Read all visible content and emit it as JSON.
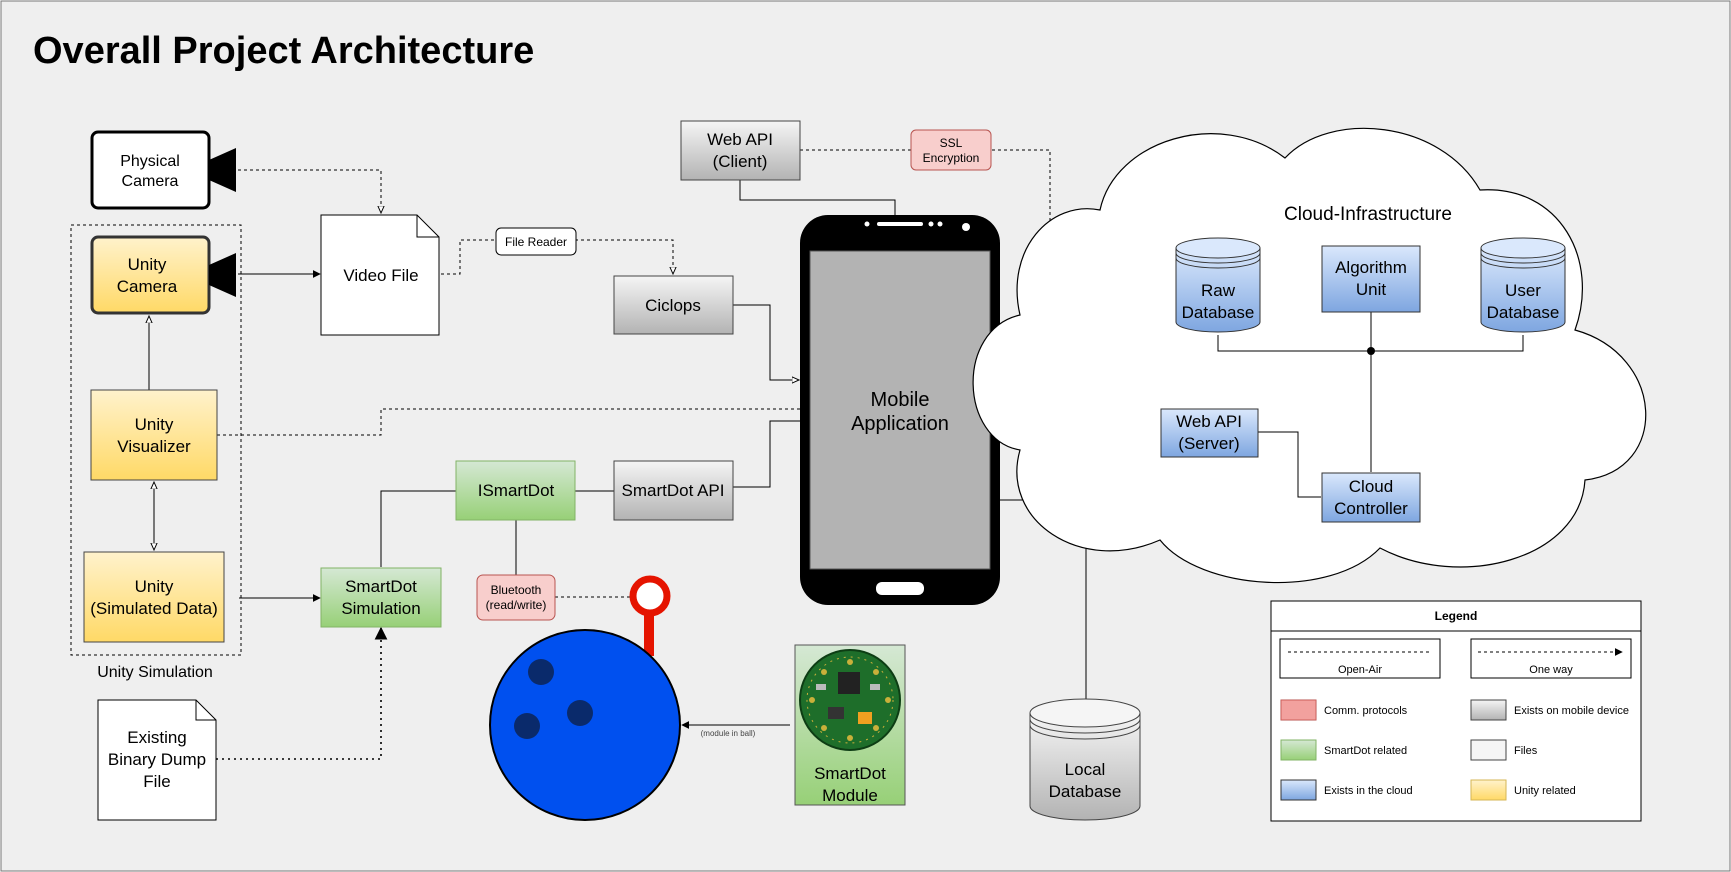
{
  "title": "Overall Project Architecture",
  "nodes": {
    "physical_camera": [
      "Physical",
      "Camera"
    ],
    "unity_camera": [
      "Unity",
      "Camera"
    ],
    "video_file": [
      "Video File"
    ],
    "file_reader": [
      "File Reader"
    ],
    "ciclops": [
      "Ciclops"
    ],
    "web_api_client": [
      "Web API",
      "(Client)"
    ],
    "ssl_encryption": [
      "SSL",
      "Encryption"
    ],
    "unity_visualizer": [
      "Unity",
      "Visualizer"
    ],
    "unity_simulated_data": [
      "Unity",
      "(Simulated Data)"
    ],
    "unity_simulation_label": [
      "Unity Simulation"
    ],
    "ismartdot": [
      "ISmartDot"
    ],
    "smartdot_api": [
      "SmartDot API"
    ],
    "smartdot_simulation": [
      "SmartDot",
      "Simulation"
    ],
    "bluetooth": [
      "Bluetooth",
      "(read/write)"
    ],
    "binary_dump": [
      "Existing",
      "Binary Dump",
      "File"
    ],
    "mobile_application": [
      "Mobile",
      "Application"
    ],
    "module_in_ball": [
      "(module in ball)"
    ],
    "smartdot_module": [
      "SmartDot",
      "Module"
    ],
    "local_database": [
      "Local",
      "Database"
    ],
    "cloud_infrastructure": [
      "Cloud-Infrastructure"
    ],
    "raw_database": [
      "Raw",
      "Database"
    ],
    "algorithm_unit": [
      "Algorithm",
      "Unit"
    ],
    "user_database": [
      "User",
      "Database"
    ],
    "web_api_server": [
      "Web API",
      "(Server)"
    ],
    "cloud_controller": [
      "Cloud",
      "Controller"
    ]
  },
  "legend": {
    "title": "Legend",
    "open_air": "Open-Air",
    "one_way": "One way",
    "comm_protocols": "Comm. protocols",
    "mobile_device": "Exists on mobile device",
    "smartdot_related": "SmartDot related",
    "files": "Files",
    "cloud": "Exists in the cloud",
    "unity_related": "Unity related"
  },
  "colors": {
    "background": "#efefef",
    "unity_fill_top": "#fff2cc",
    "unity_fill_bottom": "#ffd966",
    "smartdot_fill_top": "#d5e8d4",
    "smartdot_fill_bottom": "#97d077",
    "cloud_fill_top": "#dae8fc",
    "cloud_fill_bottom": "#7ea6e0",
    "mobile_fill_top": "#f5f5f5",
    "mobile_fill_bottom": "#b3b3b3",
    "comm_fill": "#f8cecc",
    "comm_stroke": "#b85450",
    "ball": "#0050ef",
    "marker": "#e51400"
  },
  "icons": [
    "camera-icon",
    "phone-icon",
    "cloud-icon",
    "database-icon",
    "document-icon",
    "bowling-ball-icon",
    "circuit-board-icon"
  ]
}
